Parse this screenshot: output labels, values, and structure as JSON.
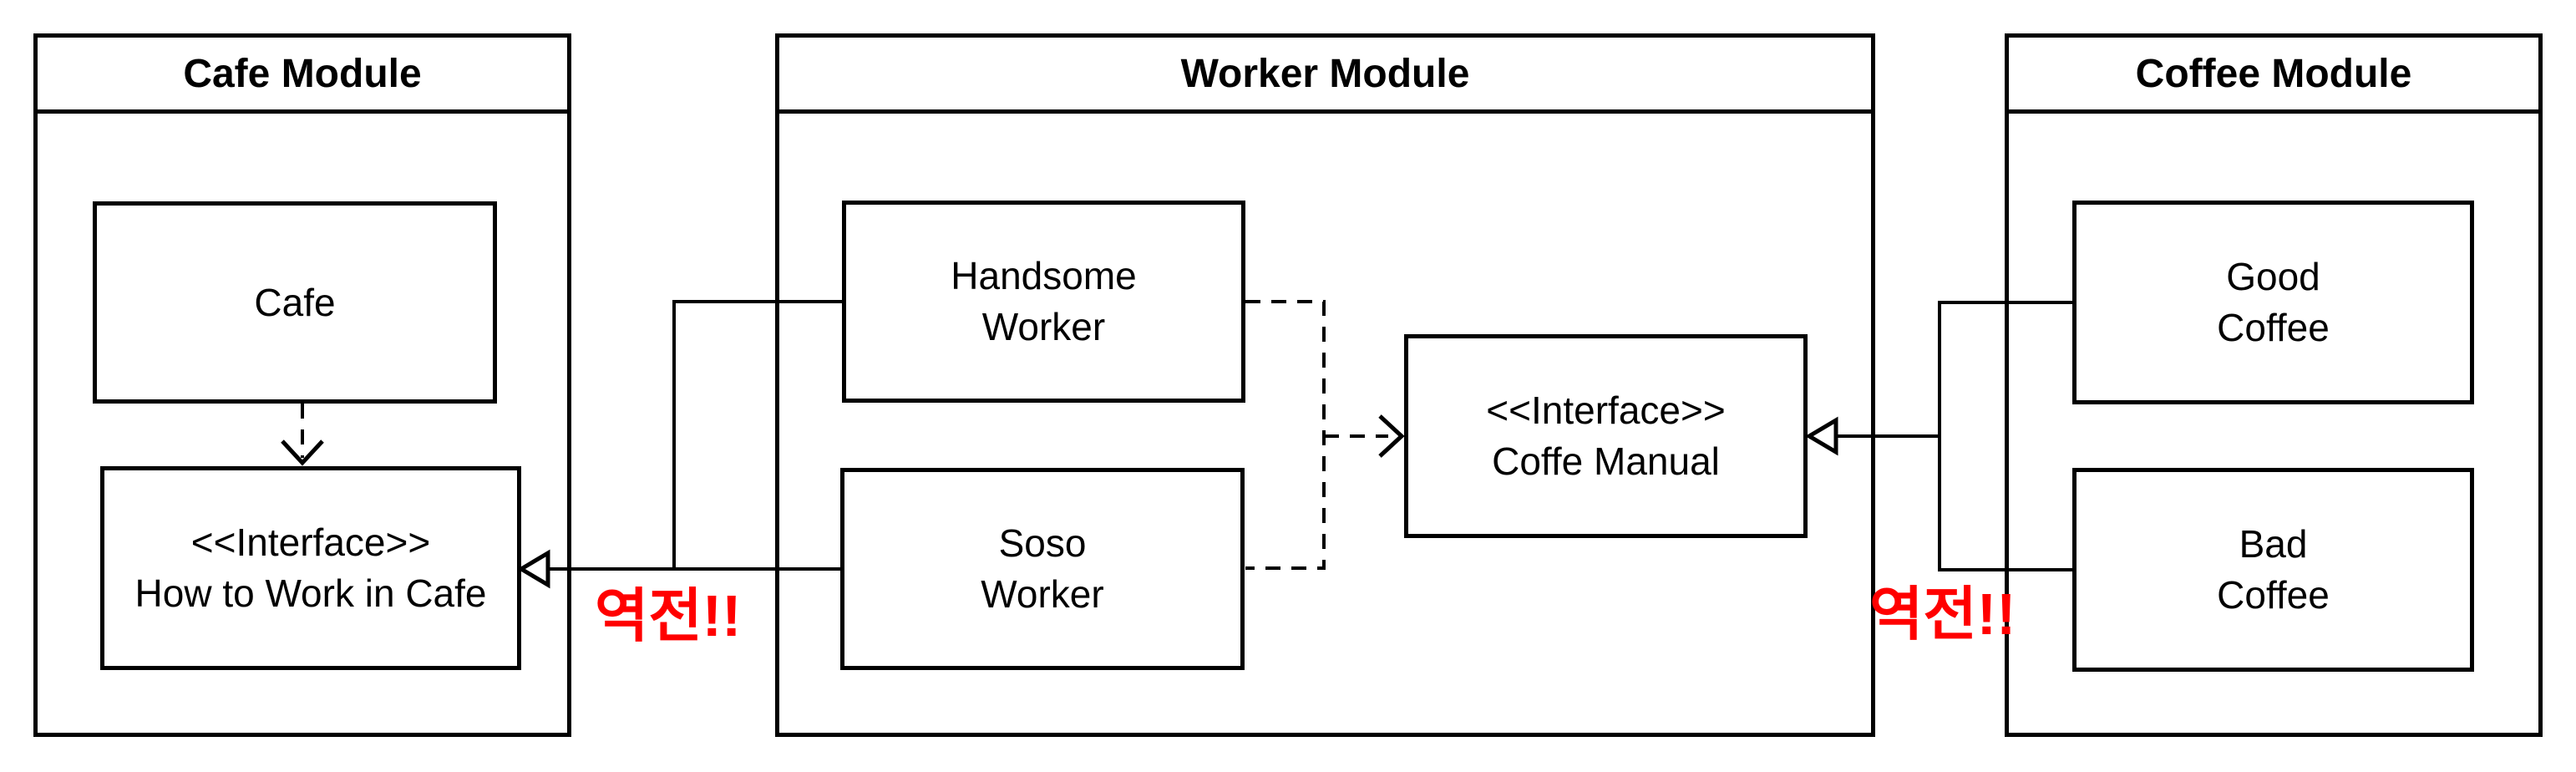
{
  "diagram": {
    "background": "#ffffff",
    "line_color": "#000000",
    "annotation_color": "#ff0000"
  },
  "modules": [
    {
      "title": "Cafe Module"
    },
    {
      "title": "Worker Module"
    },
    {
      "title": "Coffee Module"
    }
  ],
  "nodes": [
    {
      "lines": [
        "Cafe"
      ]
    },
    {
      "lines": [
        "<<Interface>>",
        "How to Work in Cafe"
      ]
    },
    {
      "lines": [
        "Handsome",
        "Worker"
      ]
    },
    {
      "lines": [
        "Soso",
        "Worker"
      ]
    },
    {
      "lines": [
        "<<Interface>>",
        "Coffe Manual"
      ]
    },
    {
      "lines": [
        "Good",
        "Coffee"
      ]
    },
    {
      "lines": [
        "Bad",
        "Coffee"
      ]
    }
  ],
  "annotations": [
    {
      "text": "역전!!"
    },
    {
      "text": "역전!!"
    }
  ]
}
